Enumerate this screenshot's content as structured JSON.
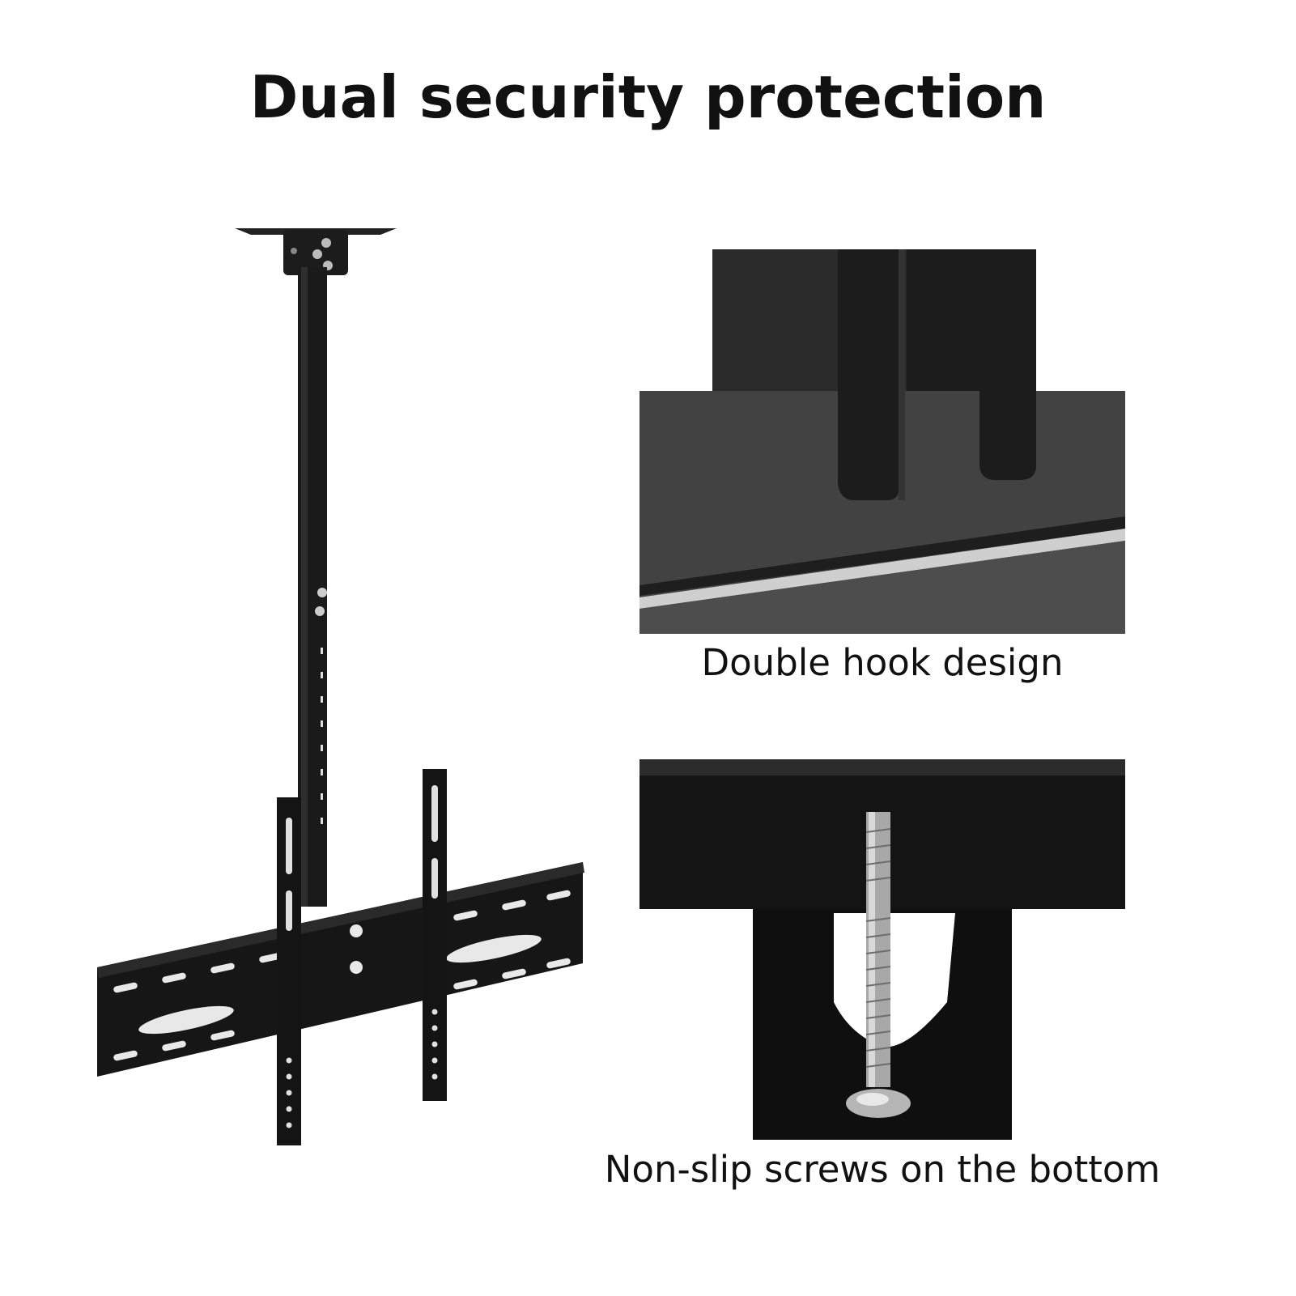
{
  "title": "Dual security protection",
  "captions": {
    "hook": "Double hook design",
    "screws": "Non-slip screws on the bottom"
  },
  "images": {
    "mount": "ceiling-tv-mount-product-photo",
    "hook_closeup": "double-hook-closeup-photo",
    "screw_closeup": "non-slip-screw-closeup-photo"
  },
  "colors": {
    "background": "#ffffff",
    "text": "#111111",
    "metal": "#1a1a1a"
  }
}
